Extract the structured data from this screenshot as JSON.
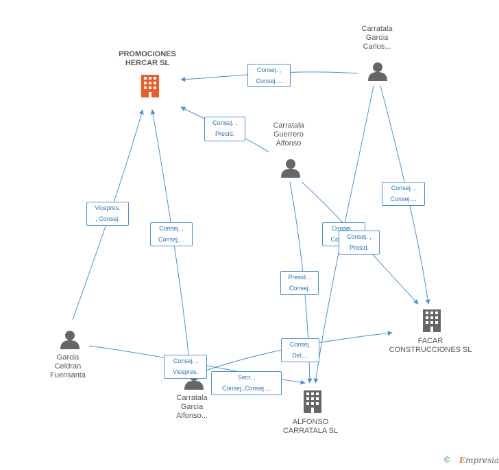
{
  "nodes": {
    "promociones": {
      "lines": [
        "PROMOCIONES",
        "HERCAR SL"
      ],
      "icon": "building-icon",
      "color": "#f05a28"
    },
    "carlos": {
      "lines": [
        "Carratala",
        "Garcia",
        "Carlos..."
      ],
      "icon": "person-icon"
    },
    "guerrero": {
      "lines": [
        "Carratala",
        "Guerrero",
        "Alfonso"
      ],
      "icon": "person-icon"
    },
    "garcia_celdran": {
      "lines": [
        "Garcia",
        "Celdran",
        "Fuensanta"
      ],
      "icon": "person-icon"
    },
    "alfonso_garcia": {
      "lines": [
        "Carratala",
        "Garcia",
        "Alfonso..."
      ],
      "icon": "person-icon"
    },
    "alfonso_sl": {
      "lines": [
        "ALFONSO",
        "CARRATALA SL"
      ],
      "icon": "building-icon",
      "color": "#666666"
    },
    "facar": {
      "lines": [
        "FACAR",
        "CONSTRUCCIONES SL"
      ],
      "icon": "building-icon",
      "color": "#666666"
    }
  },
  "edges": [
    {
      "id": "carlos-promociones",
      "lines": [
        "Consej. ,",
        "Consej...."
      ]
    },
    {
      "id": "guerrero-promociones",
      "lines": [
        "Consej. ,",
        "Presid."
      ]
    },
    {
      "id": "garcia-promociones",
      "lines": [
        "Vicepres.",
        ", Consej."
      ]
    },
    {
      "id": "alfonsog-promociones",
      "lines": [
        "Consej. ,",
        "Consej...."
      ]
    },
    {
      "id": "carlos-facar",
      "lines": [
        "Consej. ,",
        "Consej...."
      ]
    },
    {
      "id": "carlos-alfonsosl",
      "lines": [
        "Consej. ,",
        "Consej...."
      ]
    },
    {
      "id": "guerrero-facar",
      "lines": [
        "Consej. ,",
        "Presid."
      ]
    },
    {
      "id": "guerrero-alfonsosl",
      "lines": [
        "Presid. ,",
        "Consej."
      ]
    },
    {
      "id": "alfonsog-facar",
      "lines": [
        "Consej.",
        "Del...."
      ]
    },
    {
      "id": "garcia-alfonsosl-a",
      "lines": [
        "Consej. ,",
        "Vicepres."
      ]
    },
    {
      "id": "garcia-alfonsosl-b",
      "lines": [
        "Secr. ,",
        "Consej.,Consej...."
      ]
    }
  ],
  "footer": {
    "copyright": "©",
    "brand_first": "E",
    "brand_rest": "mpresia"
  },
  "colors": {
    "edge": "#4a8fdb",
    "label_text": "#2a6fc0",
    "accent": "#f05a28",
    "icon_gray": "#666666"
  }
}
